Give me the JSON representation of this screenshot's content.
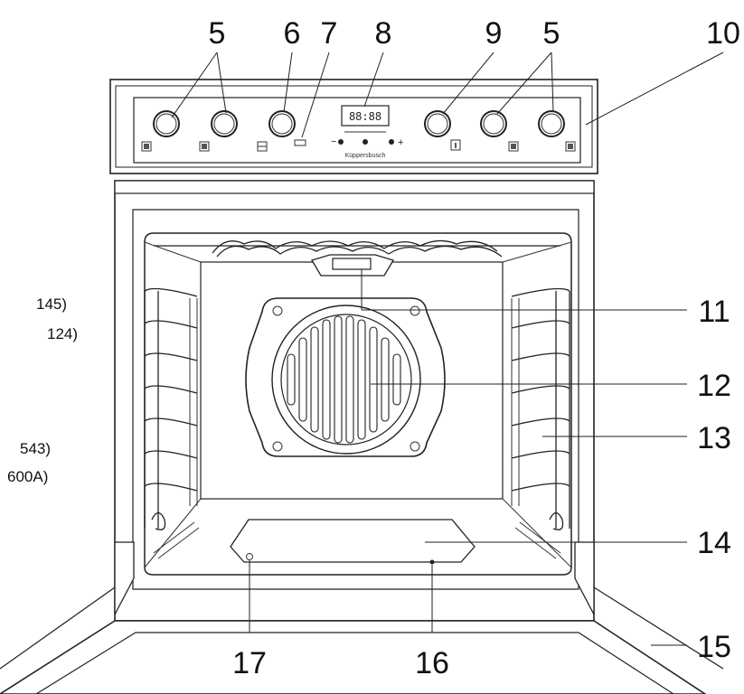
{
  "callouts": {
    "c5a": "5",
    "c6": "6",
    "c7": "7",
    "c8": "8",
    "c9": "9",
    "c5b": "5",
    "c10": "10",
    "c11": "11",
    "c12": "12",
    "c13": "13",
    "c14": "14",
    "c15": "15",
    "c16": "16",
    "c17": "17"
  },
  "side_notes": [
    "145)",
    "124)",
    "543)",
    "600A)"
  ],
  "control_panel": {
    "display_text": "88:88",
    "brand_text": "Küppersbusch",
    "minus": "−",
    "plus": "+"
  }
}
